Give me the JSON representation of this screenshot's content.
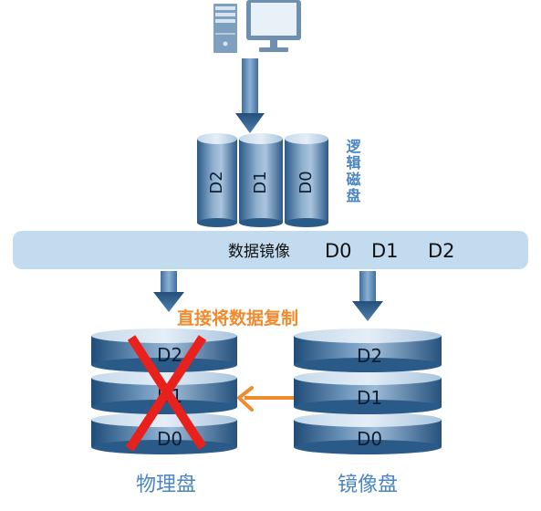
{
  "logical_disk": {
    "label": "逻辑磁盘",
    "disks": [
      "D2",
      "D1",
      "D0"
    ]
  },
  "mirror_bar": {
    "label": "数据镜像",
    "items": [
      "D0",
      "D1",
      "D2"
    ]
  },
  "annotation": "直接将数据复制",
  "physical_disk": {
    "label": "物理盘",
    "layers": [
      "D2",
      "D1",
      "D0"
    ],
    "failed": true
  },
  "mirror_disk": {
    "label": "镜像盘",
    "layers": [
      "D2",
      "D1",
      "D0"
    ]
  },
  "colors": {
    "disk_dark": "#2f5c85",
    "disk_light": "#a9c4dc",
    "arrow_blue": "#5b8bc0",
    "bar_fill": "#c3dbef",
    "label_blue": "#4a86c5",
    "orange": "#f28a2e",
    "cross_red": "#e8211d"
  },
  "icons": [
    "server-icon",
    "monitor-icon",
    "cross-icon"
  ]
}
